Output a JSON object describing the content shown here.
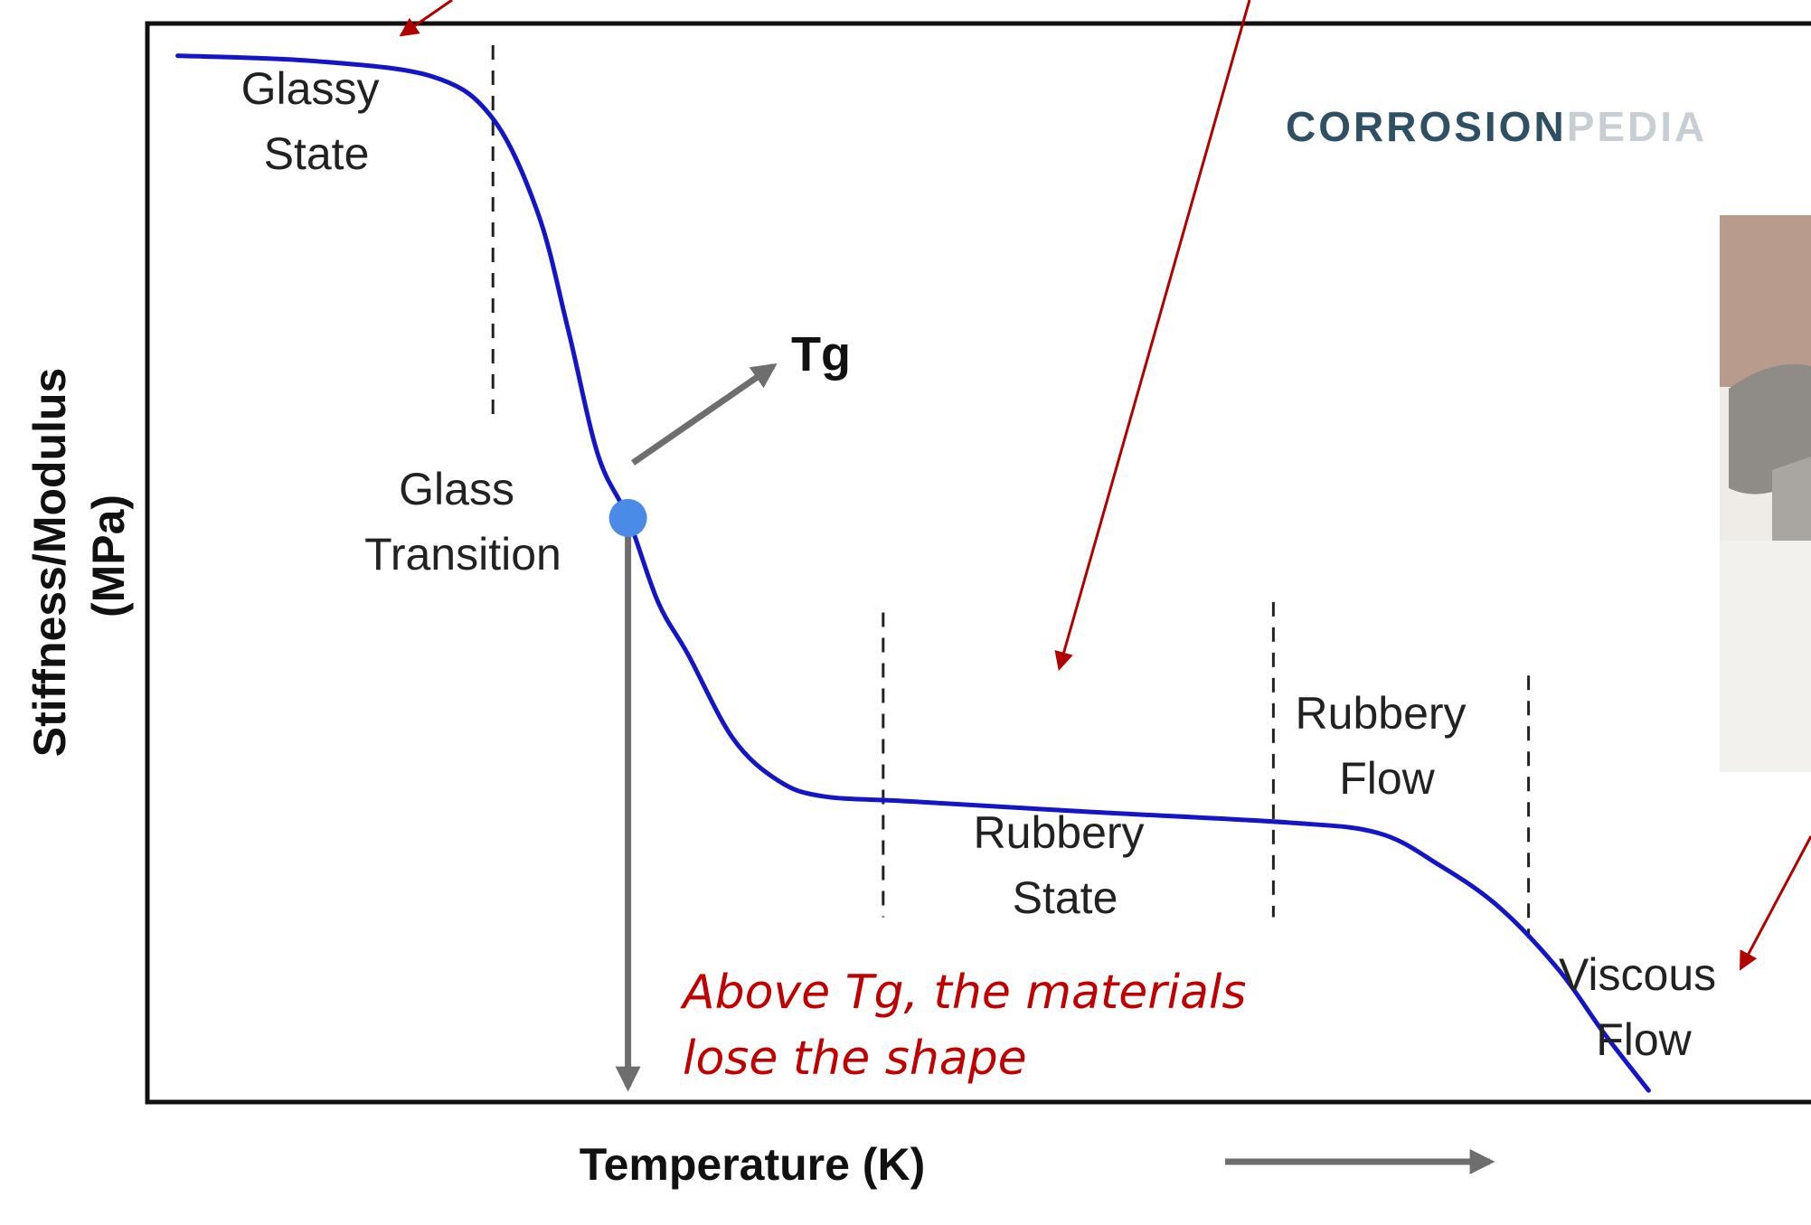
{
  "chart_data": {
    "type": "line",
    "title": "",
    "xlabel": "Temperature (K)",
    "ylabel_lines": [
      "Stiffness/Modulus",
      "(MPa)"
    ],
    "x_axis_ticks": false,
    "y_axis_ticks": false,
    "grid": false,
    "legend": "none",
    "xlim": [
      0,
      100
    ],
    "ylim": [
      0,
      100
    ],
    "series": [
      {
        "color": "#1515c8",
        "points": [
          {
            "x": 1,
            "y": 99
          },
          {
            "x": 10,
            "y": 98.5
          },
          {
            "x": 18,
            "y": 97
          },
          {
            "x": 22,
            "y": 93
          },
          {
            "x": 25,
            "y": 84
          },
          {
            "x": 27,
            "y": 73
          },
          {
            "x": 29,
            "y": 61
          },
          {
            "x": 31,
            "y": 55
          },
          {
            "x": 33,
            "y": 47
          },
          {
            "x": 35,
            "y": 42
          },
          {
            "x": 38,
            "y": 34
          },
          {
            "x": 41,
            "y": 30
          },
          {
            "x": 44,
            "y": 28.5
          },
          {
            "x": 50,
            "y": 28
          },
          {
            "x": 62,
            "y": 27
          },
          {
            "x": 75,
            "y": 26
          },
          {
            "x": 81,
            "y": 25
          },
          {
            "x": 85,
            "y": 22
          },
          {
            "x": 89,
            "y": 18
          },
          {
            "x": 93,
            "y": 12
          },
          {
            "x": 96,
            "y": 6
          },
          {
            "x": 99,
            "y": 0.5
          }
        ]
      }
    ],
    "tg_point": {
      "x": 31,
      "y": 55,
      "label": "Tg",
      "color": "#4a8be8"
    },
    "boundaries": [
      {
        "x": 22,
        "y_from": 64,
        "y_to": 100
      },
      {
        "x": 48,
        "y_from": 17,
        "y_to": 46
      },
      {
        "x": 74,
        "y_from": 17,
        "y_to": 47
      },
      {
        "x": 91,
        "y_from": 15,
        "y_to": 40
      }
    ],
    "regions": [
      {
        "lines": [
          "Glassy",
          "State"
        ]
      },
      {
        "lines": [
          "Glass",
          "Transition"
        ]
      },
      {
        "lines": [
          "Rubbery",
          "State"
        ]
      },
      {
        "lines": [
          "Rubbery",
          "Flow"
        ]
      },
      {
        "lines": [
          "Viscous",
          "Flow"
        ]
      }
    ],
    "annotation": {
      "lines": [
        "Above Tg, the materials",
        "lose the shape"
      ],
      "color": "#c00000"
    },
    "watermark": {
      "part1": "CORROSION",
      "part2": "PEDIA",
      "color1": "#2f4f64",
      "color2": "#c8cfd4"
    },
    "colors": {
      "curve": "#1515c8",
      "pointer_arrows": "#6e6e6e",
      "red_arrows": "#b00000",
      "frame": "#111111"
    }
  }
}
